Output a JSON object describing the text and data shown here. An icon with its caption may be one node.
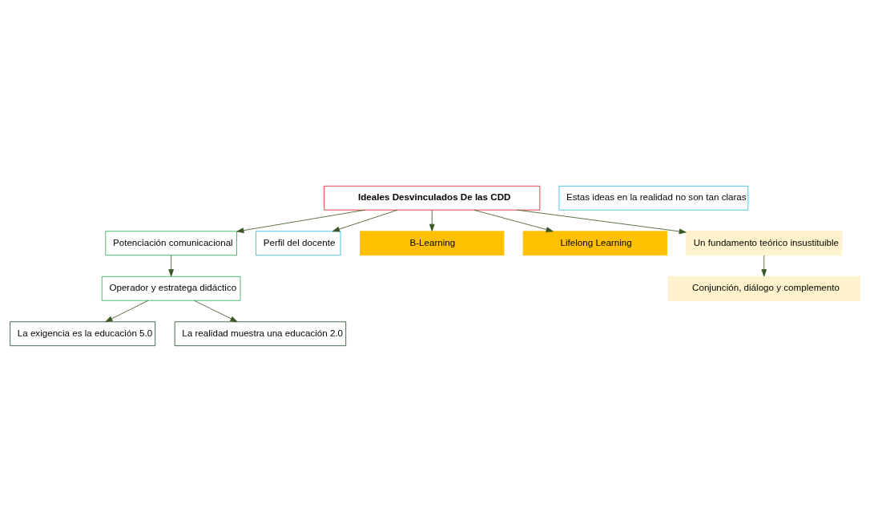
{
  "diagram": {
    "nodes": [
      {
        "text": [
          "Operador y estratega didáctico"
        ]
      },
      {
        "text": [
          "La exigencia es la educación 5.0"
        ]
      },
      {
        "text": [
          "La realidad muestra una educación 2.0"
        ]
      },
      {
        "text": [
          "Estas ideas en la realidad no son tan claras"
        ]
      },
      {
        "text": [
          "Potenciación comunicacional"
        ]
      },
      {
        "text": [
          "Perfil del docente"
        ]
      },
      {
        "text": [
          "Ideales Desvinculados De las CDD"
        ]
      },
      {
        "text": [
          "B-Learning"
        ]
      },
      {
        "text": [
          "Lifelong Learning"
        ]
      },
      {
        "text": [
          "Un fundamento teórico insustituible"
        ]
      },
      {
        "text": [
          "Conjunción, diálogo y complemento"
        ]
      }
    ],
    "edges": [
      {
        "from": 6,
        "to": 5,
        "arrow": "to"
      },
      {
        "from": 6,
        "to": 4,
        "arrow": "to"
      },
      {
        "from": 4,
        "to": 0,
        "arrow": "to"
      },
      {
        "from": 0,
        "to": 1,
        "arrow": "to"
      },
      {
        "from": 0,
        "to": 2,
        "arrow": "to"
      },
      {
        "from": 6,
        "to": 7,
        "arrow": "to"
      },
      {
        "from": 6,
        "to": 8,
        "arrow": "to"
      },
      {
        "from": 6,
        "to": 9,
        "arrow": "to"
      },
      {
        "from": 9,
        "to": 10,
        "arrow": "to"
      }
    ]
  }
}
